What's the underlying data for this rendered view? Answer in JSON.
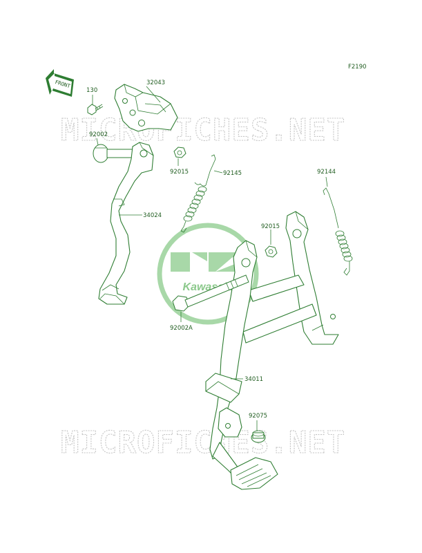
{
  "figure_code": "F2190",
  "front_arrow_text": "FRONT",
  "logo_text": "Kawasaki",
  "watermark_text": "MICROFICHES.NET",
  "colors": {
    "line": "#2e7d32",
    "watermark": "#c4c4c4",
    "logo": "#8cc98c"
  },
  "parts": [
    {
      "id": "p-130",
      "number": "130"
    },
    {
      "id": "p-32043",
      "number": "32043"
    },
    {
      "id": "p-92002",
      "number": "92002"
    },
    {
      "id": "p-92015-top",
      "number": "92015"
    },
    {
      "id": "p-92145",
      "number": "92145"
    },
    {
      "id": "p-92144",
      "number": "92144"
    },
    {
      "id": "p-34024",
      "number": "34024"
    },
    {
      "id": "p-92015-mid",
      "number": "92015"
    },
    {
      "id": "p-92002A",
      "number": "92002A"
    },
    {
      "id": "p-34011",
      "number": "34011"
    },
    {
      "id": "p-92075",
      "number": "92075"
    }
  ]
}
